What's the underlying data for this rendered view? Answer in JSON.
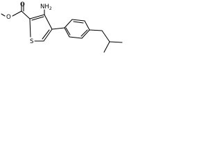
{
  "molecule": {
    "atoms": {
      "methyl_oxygen": "O",
      "carbonyl_oxygen": "O",
      "amino": "NH",
      "amino_h_count": "2",
      "sulfur": "S"
    }
  }
}
